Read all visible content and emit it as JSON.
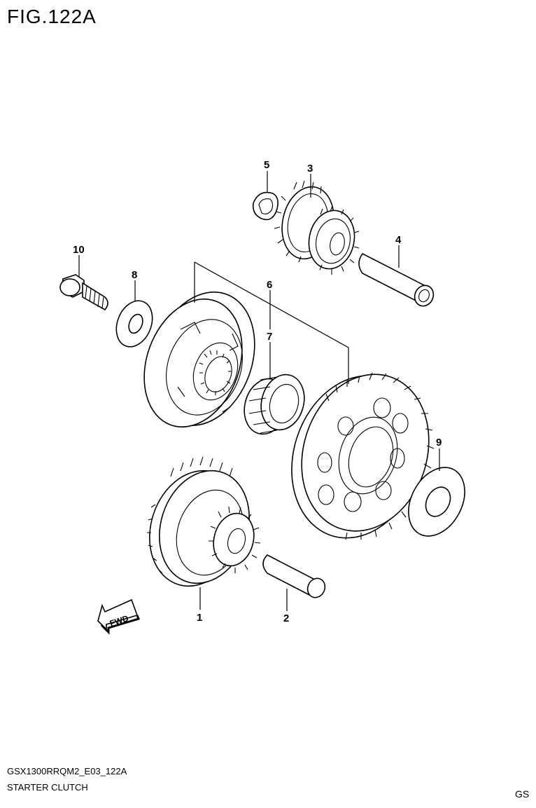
{
  "header": {
    "figure_title": "FIG.122A"
  },
  "footer": {
    "model_code": "GSX1300RRQM2_E03_122A",
    "section_name": "STARTER CLUTCH",
    "region": "GS"
  },
  "fwd_label": "FWD",
  "callouts": [
    {
      "id": "1",
      "label": "1"
    },
    {
      "id": "2",
      "label": "2"
    },
    {
      "id": "3",
      "label": "3"
    },
    {
      "id": "4",
      "label": "4"
    },
    {
      "id": "5",
      "label": "5"
    },
    {
      "id": "6",
      "label": "6"
    },
    {
      "id": "7",
      "label": "7"
    },
    {
      "id": "8",
      "label": "8"
    },
    {
      "id": "9",
      "label": "9"
    },
    {
      "id": "10",
      "label": "10"
    }
  ]
}
